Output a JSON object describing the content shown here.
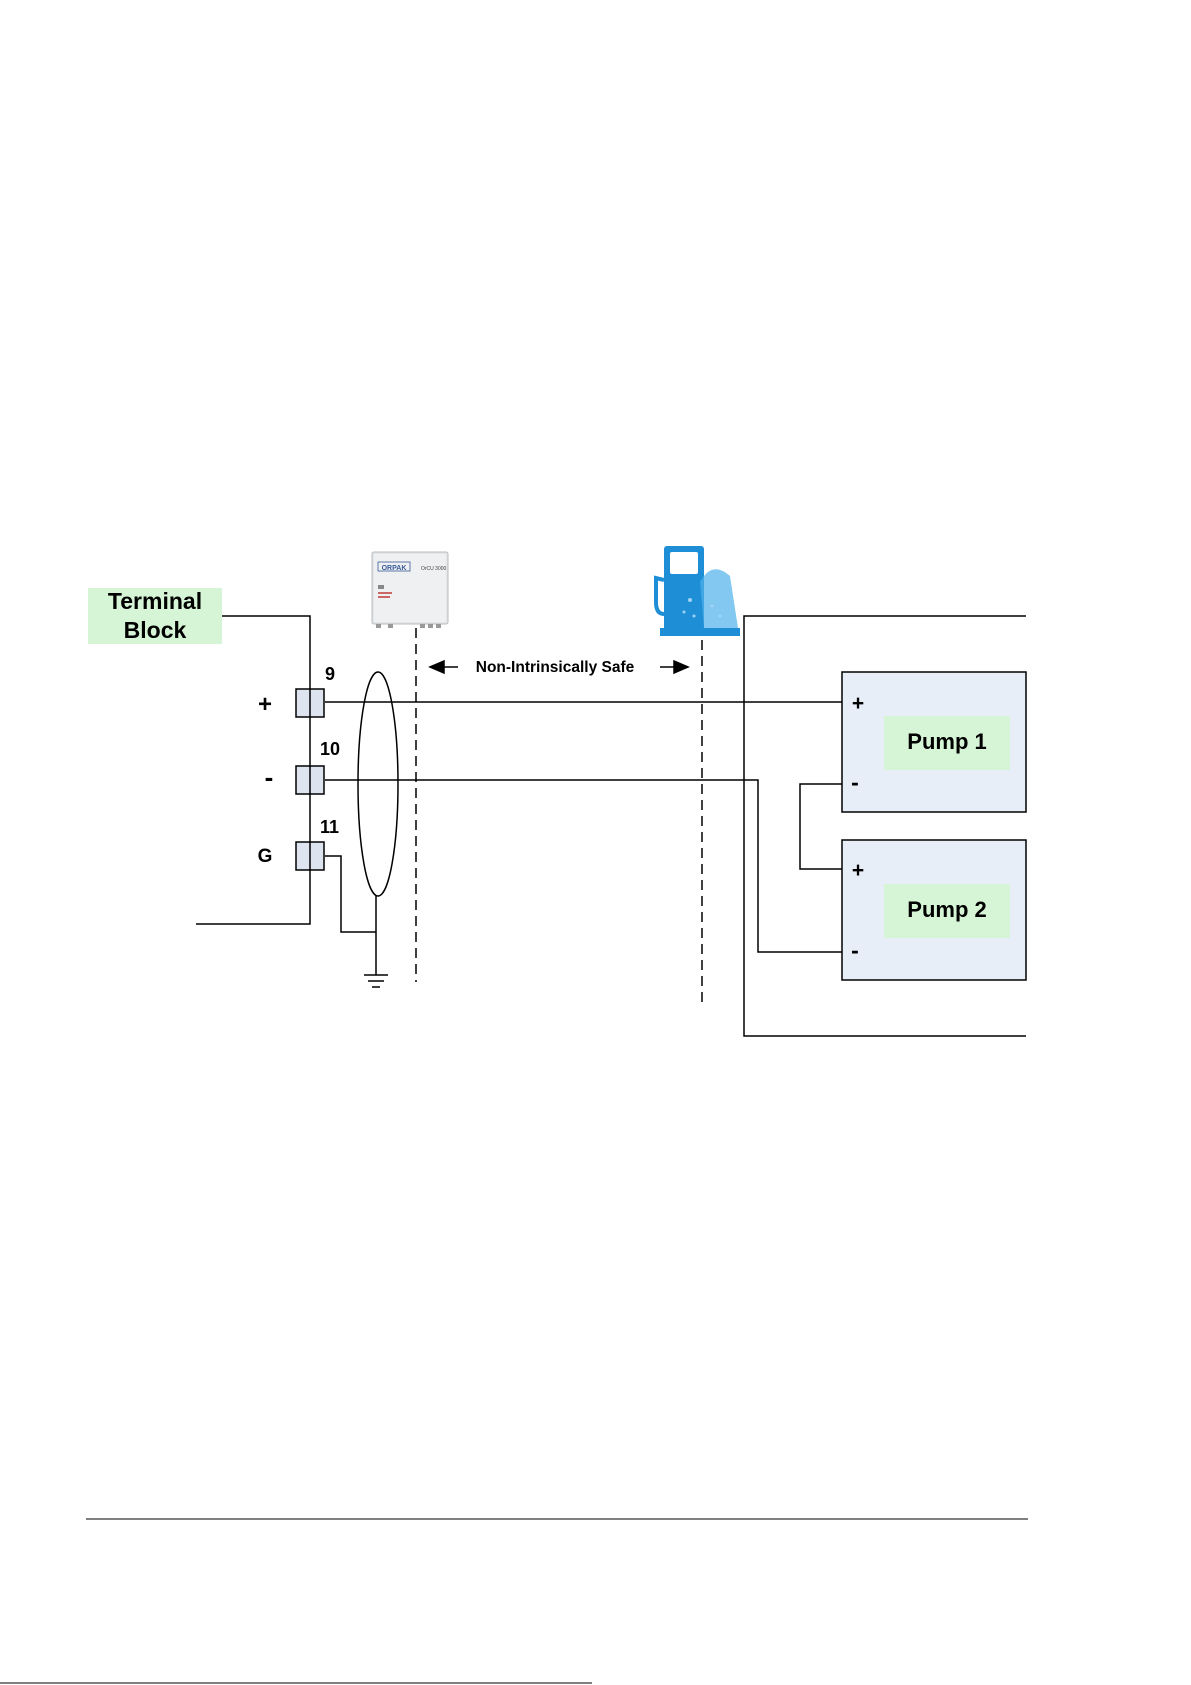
{
  "diagram": {
    "terminal_block": {
      "line1": "Terminal",
      "line2": "Block"
    },
    "terminals": [
      {
        "number": "9",
        "sign": "+"
      },
      {
        "number": "10",
        "sign": "-"
      },
      {
        "number": "11",
        "sign": "G"
      }
    ],
    "controller_logo": "ORPAK",
    "controller_model": "OrCU 3000",
    "zone_label": "Non-Intrinsically Safe",
    "pumps": [
      {
        "name": "Pump 1",
        "plus": "+",
        "minus": "-"
      },
      {
        "name": "Pump 2",
        "plus": "+",
        "minus": "-"
      }
    ],
    "icons": [
      "controller-unit-icon",
      "fuel-dispenser-icon",
      "ground-icon"
    ],
    "colors": {
      "label_fill": "#d6f5d6",
      "pump_box_fill": "#e8eef8",
      "terminal_fill": "#dde4f0",
      "dispenser_blue": "#1e8ed6",
      "line": "#000000"
    }
  }
}
